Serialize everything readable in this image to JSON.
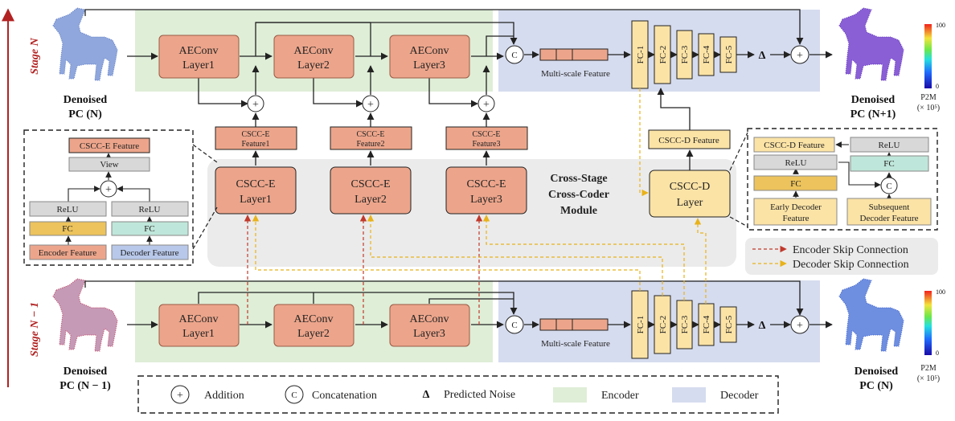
{
  "stages": {
    "top": "Stage N",
    "bottom": "Stage N − 1"
  },
  "encoder_layers": [
    {
      "l1": "AEConv",
      "l2": "Layer1"
    },
    {
      "l1": "AEConv",
      "l2": "Layer2"
    },
    {
      "l1": "AEConv",
      "l2": "Layer3"
    }
  ],
  "cscc_e_features": [
    {
      "l1": "CSCC-E",
      "l2": "Feature1"
    },
    {
      "l1": "CSCC-E",
      "l2": "Feature2"
    },
    {
      "l1": "CSCC-E",
      "l2": "Feature3"
    }
  ],
  "cscc_e_layers": [
    {
      "l1": "CSCC-E",
      "l2": "Layer1"
    },
    {
      "l1": "CSCC-E",
      "l2": "Layer2"
    },
    {
      "l1": "CSCC-E",
      "l2": "Layer3"
    }
  ],
  "module": {
    "l1": "Cross-Stage",
    "l2": "Cross-Coder",
    "l3": "Module"
  },
  "cscc_d_layer": {
    "l1": "CSCC-D",
    "l2": "Layer"
  },
  "cscc_d_feature": "CSCC-D Feature",
  "multiscale_label": "Multi-scale Feature",
  "fc_layers": [
    "FC-1",
    "FC-2",
    "FC-3",
    "FC-4",
    "FC-5"
  ],
  "delta": "Δ",
  "concat_symbol": "C",
  "add_symbol": "+",
  "pc_labels": {
    "top_input": {
      "l1": "Denoised",
      "l2": "PC (N)"
    },
    "top_output": {
      "l1": "Denoised",
      "l2": "PC (N+1)"
    },
    "bot_input": {
      "l1": "Denoised",
      "l2": "PC (N − 1)"
    },
    "bot_output": {
      "l1": "Denoised",
      "l2": "PC (N)"
    }
  },
  "colorbar": {
    "max": "100",
    "min": "0",
    "label": "P2M",
    "unit": "(× 10⁵)"
  },
  "left_inset": {
    "title": "CSCC-E Feature",
    "view": "View",
    "relu_a": "ReLU",
    "relu_b": "ReLU",
    "fc_a": "FC",
    "fc_b": "FC",
    "in_a": "Encoder Feature",
    "in_b": "Decoder Feature"
  },
  "right_inset": {
    "out": "CSCC-D Feature",
    "relu_top": "ReLU",
    "relu": "ReLU",
    "fc_right": "FC",
    "fc_left": "FC",
    "early": {
      "l1": "Early Decoder",
      "l2": "Feature"
    },
    "subsequent": {
      "l1": "Subsequent",
      "l2": "Decoder Feature"
    }
  },
  "skip_legend": {
    "encoder": "Encoder Skip Connection",
    "decoder": "Decoder Skip Connection"
  },
  "legend": {
    "addition": "Addition",
    "concatenation": "Concatenation",
    "predicted_noise": "Predicted Noise",
    "encoder": "Encoder",
    "decoder": "Decoder"
  },
  "colors": {
    "encoder_bg": "#dfeed7",
    "decoder_bg": "#d6dcef",
    "module_bg": "#ebebeb",
    "aeconv": "#eca58b",
    "fc_yellow": "#fbe3a6",
    "relu_gray": "#d8d8d8",
    "fc_gold": "#ecc35c",
    "fc_teal": "#bfe6da",
    "decoder_feat": "#b8c8ea",
    "encoder_skip": "#c0392b",
    "decoder_skip": "#e8b21a"
  }
}
